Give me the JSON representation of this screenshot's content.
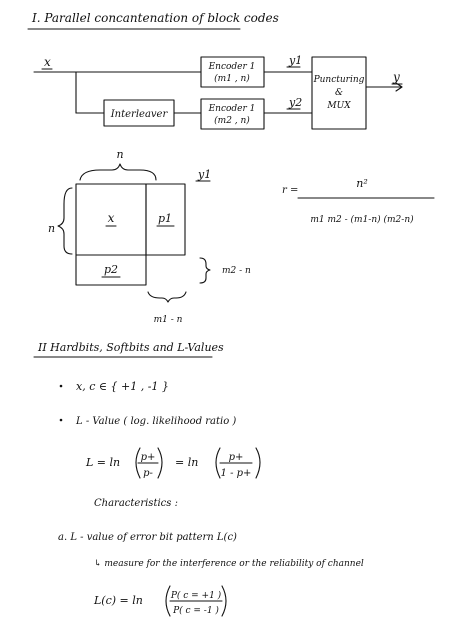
{
  "section1": {
    "title": "I.  Parallel concantenation of block codes",
    "block_diagram": {
      "input": "x",
      "interleaver": "Interleaver",
      "encoder1_line1": "Encoder 1",
      "encoder1_line2": "(m1 , n)",
      "encoder2_line1": "Encoder 1",
      "encoder2_line2": "(m2 , n)",
      "out1": "y1",
      "out2": "y2",
      "mux_line1": "Puncturing",
      "mux_line2": "&",
      "mux_line3": "MUX",
      "output": "y"
    },
    "matrix": {
      "top_n": "n",
      "left_n": "n",
      "cell_x": "x",
      "cell_p1": "p1",
      "cell_p2": "p2",
      "y1_label": "y1",
      "right_label": "m2 - n",
      "bottom_label": "m1 - n"
    },
    "rate": {
      "prefix": "r =",
      "numerator": "n²",
      "denominator": "m1 m2 - (m1-n) (m2-n)"
    }
  },
  "section2": {
    "title": "II  Hardbits, Softbits and L-Values",
    "bullet1": "x,  c  ∈  { +1 , -1 }",
    "bullet2": "L - Value  ( log. likelihood ratio )",
    "formula": {
      "lhs": "L  =  ln",
      "frac1_num": "p+",
      "frac1_den": "p-",
      "mid": "=  ln",
      "frac2_num": "p+",
      "frac2_den": "1 - p+"
    },
    "characteristics": "Characteristics :",
    "item_a": "a.   L - value  of  error  bit  pattern   L(c)",
    "item_a_sub": "↳  measure  for  the  interference  or  the  reliability  of  channel",
    "formula2": {
      "lhs": "L(c)  =   ln",
      "num": "P( c = +1 )",
      "den": "P( c = -1 )"
    }
  }
}
